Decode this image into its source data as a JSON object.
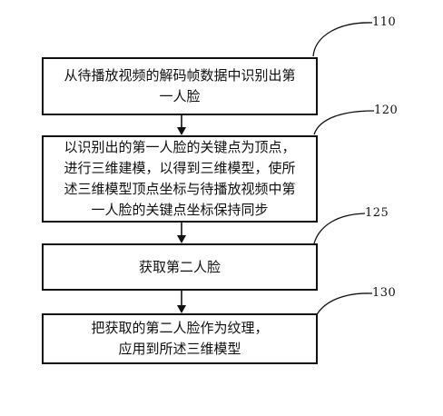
{
  "steps": [
    {
      "ref": "110",
      "lines": [
        "从待播放视频的解码帧数据中识别出第",
        "一人脸"
      ]
    },
    {
      "ref": "120",
      "lines": [
        "以识别出的第一人脸的关键点为顶点，",
        "进行三维建模，以得到三维模型，使所",
        "述三维模型顶点坐标与待播放视频中第",
        "一人脸的关键点坐标保持同步"
      ]
    },
    {
      "ref": "125",
      "lines": [
        "获取第二人脸"
      ]
    },
    {
      "ref": "130",
      "lines": [
        "把获取的第二人脸作为纹理，",
        "应用到所述三维模型"
      ]
    }
  ]
}
